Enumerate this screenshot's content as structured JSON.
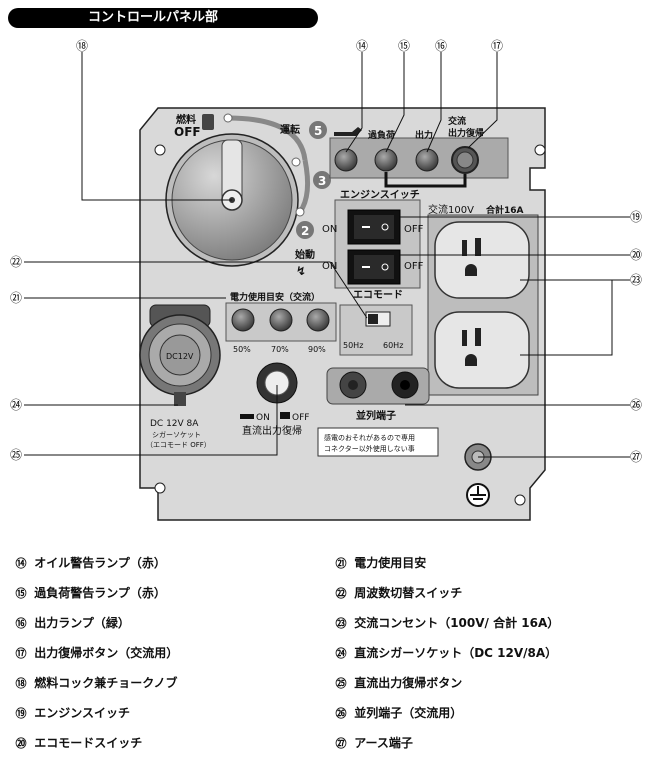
{
  "title": "コントロールパネル部",
  "callout_numbers": {
    "n14": "⑭",
    "n15": "⑮",
    "n16": "⑯",
    "n17": "⑰",
    "n18": "⑱",
    "n19": "⑲",
    "n20": "⑳",
    "n21": "㉑",
    "n22": "㉒",
    "n23": "㉓",
    "n24": "㉔",
    "n25": "㉕",
    "n26": "㉖",
    "n27": "㉗"
  },
  "panel_labels": {
    "fuel": "燃料",
    "off": "OFF",
    "run": "運転",
    "start": "始動",
    "step5": "5",
    "step3": "3",
    "step2": "2",
    "overload": "過負荷",
    "output": "出力",
    "ac_reset_line1": "交流",
    "ac_reset_line2": "出力復帰",
    "engine_switch": "エンジンスイッチ",
    "ac_rating": "交流100V",
    "total": "合計16A",
    "on": "ON",
    "off_switch": "OFF",
    "eco_mode": "エコモード",
    "meter_title": "電力使用目安（交流）",
    "pct50": "50%",
    "pct70": "70%",
    "pct90": "90%",
    "hz50": "50Hz",
    "hz60": "60Hz",
    "dc12v": "DC12V",
    "dc_label1": "DC 12V 8A",
    "dc_label2": "シガーソケット",
    "dc_label3": "（エコモード OFF）",
    "dc_on": "ON",
    "dc_off": "OFF",
    "dc_reset": "直流出力復帰",
    "parallel": "並列端子",
    "warning1": "感電のおそれがあるので専用",
    "warning2": "コネクター以外使用しない事"
  },
  "legend": [
    {
      "num": "⑭",
      "text": "オイル警告ランプ（赤）"
    },
    {
      "num": "⑮",
      "text": "過負荷警告ランプ（赤）"
    },
    {
      "num": "⑯",
      "text": "出力ランプ（緑）"
    },
    {
      "num": "⑰",
      "text": "出力復帰ボタン（交流用）"
    },
    {
      "num": "⑱",
      "text": "燃料コック兼チョークノブ"
    },
    {
      "num": "⑲",
      "text": "エンジンスイッチ"
    },
    {
      "num": "⑳",
      "text": "エコモードスイッチ"
    },
    {
      "num": "㉑",
      "text": "電力使用目安"
    },
    {
      "num": "㉒",
      "text": "周波数切替スイッチ"
    },
    {
      "num": "㉓",
      "text": "交流コンセント（100V/ 合計 16A）"
    },
    {
      "num": "㉔",
      "text": "直流シガーソケット（DC 12V/8A）"
    },
    {
      "num": "㉕",
      "text": "直流出力復帰ボタン"
    },
    {
      "num": "㉖",
      "text": "並列端子（交流用）"
    },
    {
      "num": "㉗",
      "text": "アース端子"
    }
  ]
}
